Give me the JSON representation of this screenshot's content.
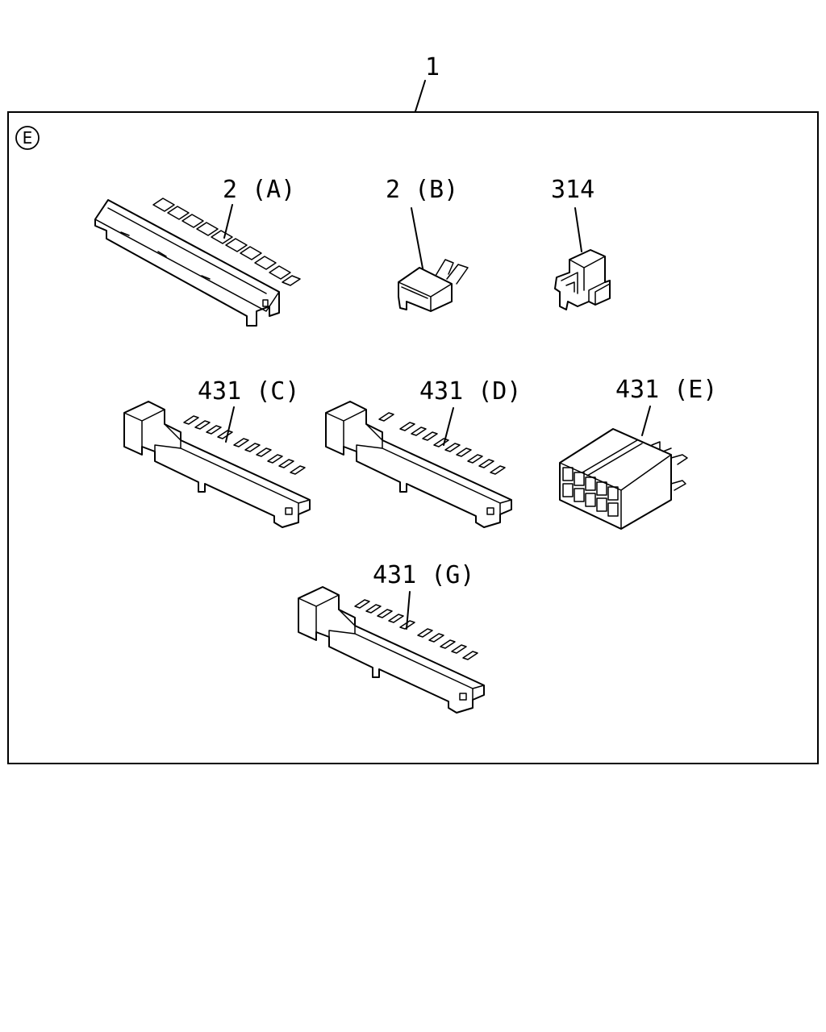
{
  "diagram": {
    "assembly_callout": "1",
    "view_marker": "E",
    "parts": [
      {
        "key": "2a",
        "callout": "2 (A)"
      },
      {
        "key": "2b",
        "callout": "2 (B)"
      },
      {
        "key": "314",
        "callout": "314"
      },
      {
        "key": "431c",
        "callout": "431 (C)"
      },
      {
        "key": "431d",
        "callout": "431 (D)"
      },
      {
        "key": "431e",
        "callout": "431 (E)"
      },
      {
        "key": "431g",
        "callout": "431 (G)"
      }
    ]
  }
}
